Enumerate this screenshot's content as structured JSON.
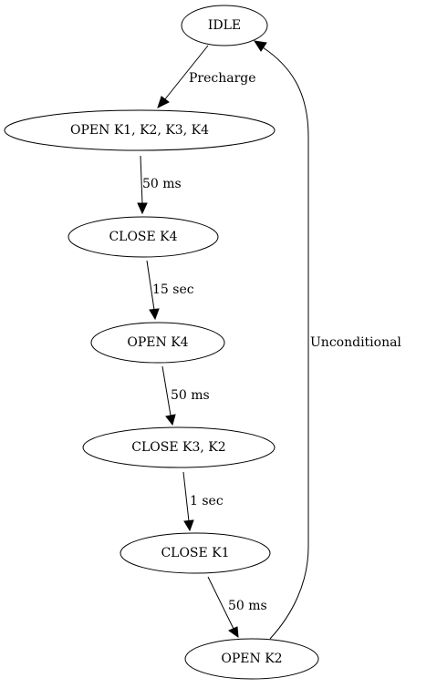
{
  "nodes": {
    "idle": "IDLE",
    "open_all": "OPEN K1, K2, K3, K4",
    "close_k4": "CLOSE K4",
    "open_k4": "OPEN K4",
    "close_k3_k2": "CLOSE K3, K2",
    "close_k1": "CLOSE K1",
    "open_k2": "OPEN K2"
  },
  "edges": {
    "idle_to_open_all": "Precharge",
    "open_all_to_close_k4": "50 ms",
    "close_k4_to_open_k4": "15 sec",
    "open_k4_to_close_k3_k2": "50 ms",
    "close_k3_k2_to_close_k1": "1 sec",
    "close_k1_to_open_k2": "50 ms",
    "open_k2_to_idle": "Unconditional"
  }
}
